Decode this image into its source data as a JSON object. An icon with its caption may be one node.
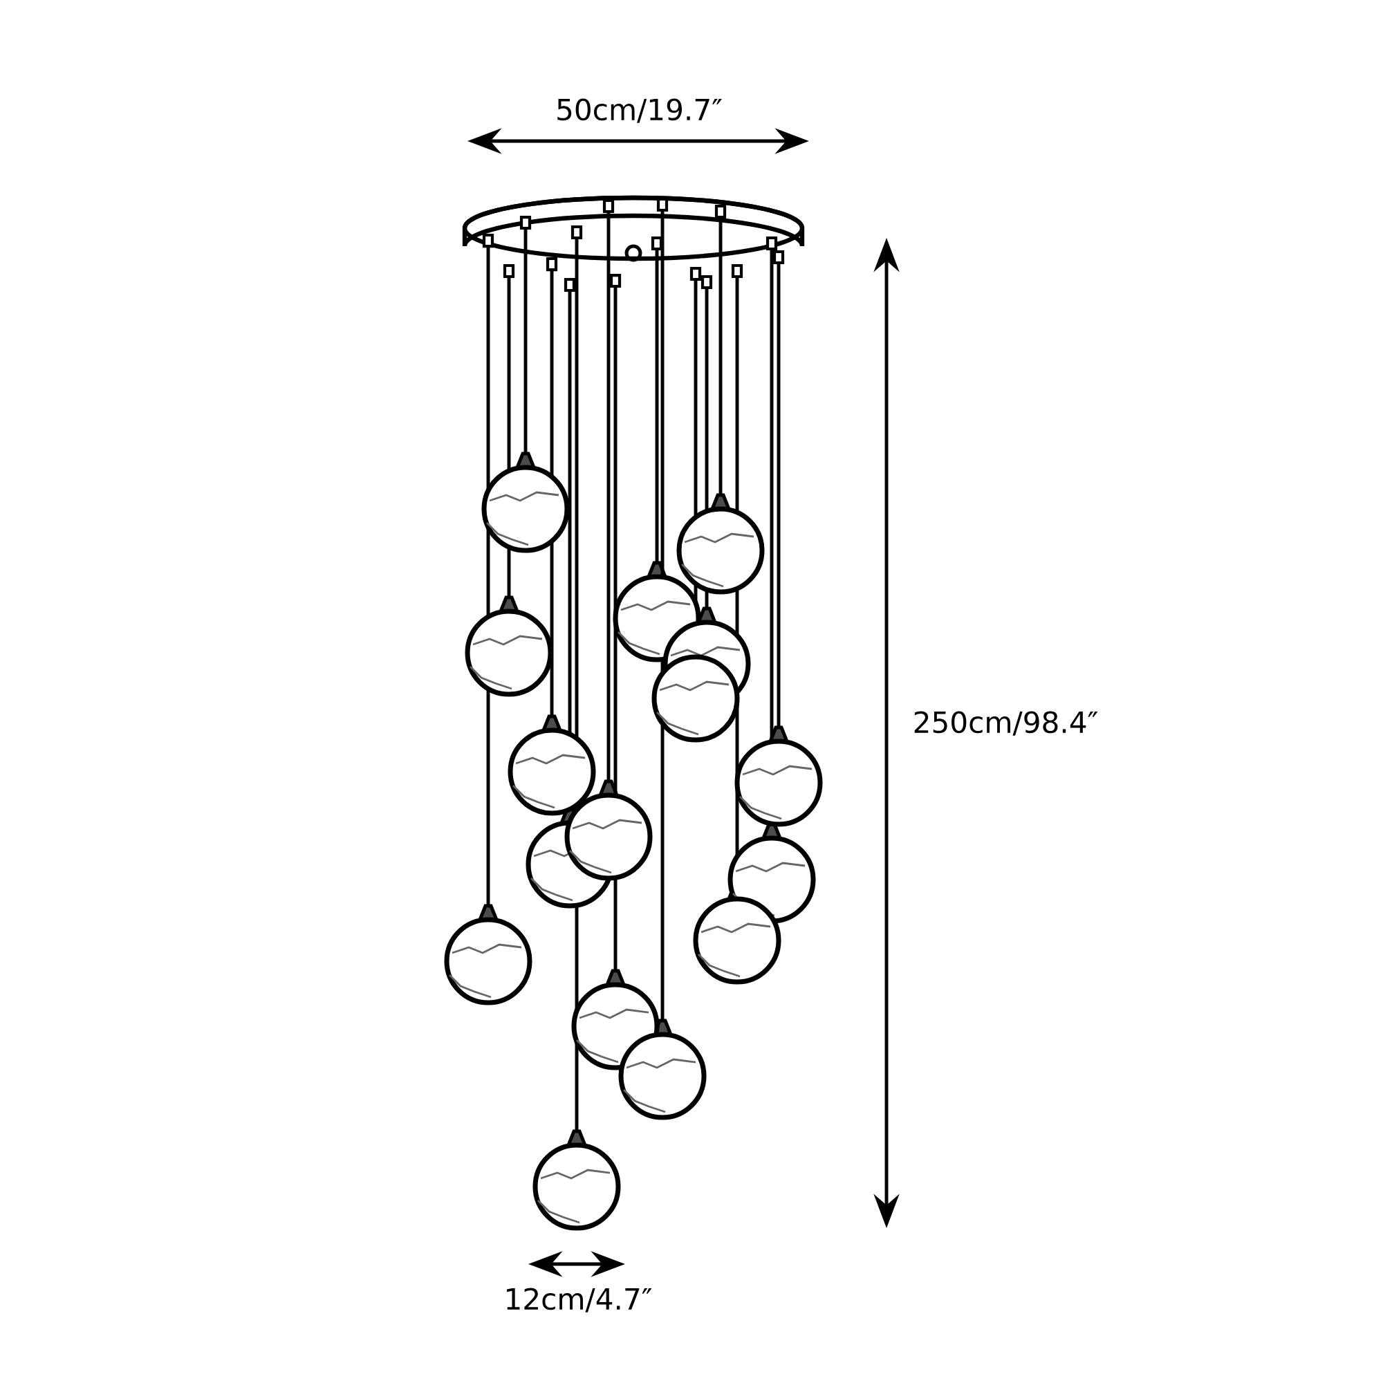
{
  "diagram": {
    "labels": [
      "50cm/19.7″",
      "250cm/98.4″",
      "12cm/4.7″"
    ]
  }
}
